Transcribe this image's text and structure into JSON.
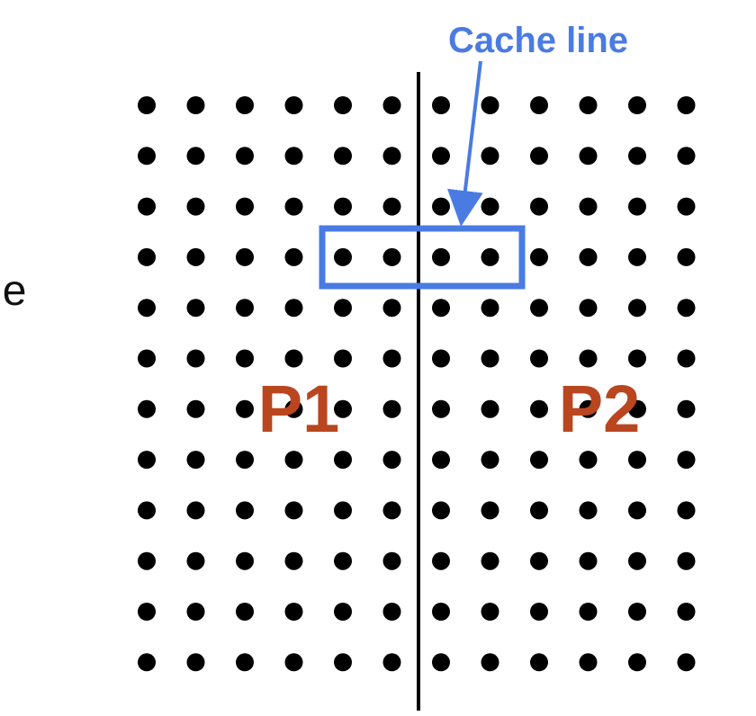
{
  "left_partial_text": "ne",
  "diagram": {
    "callout_label": "Cache line",
    "partition_labels": [
      "P1",
      "P2"
    ],
    "grid": {
      "rows": 12,
      "cols": 12
    },
    "cache_line": {
      "row": 4,
      "cols": [
        5,
        6,
        7,
        8
      ]
    },
    "colors": {
      "dot": "#000000",
      "divider": "#000000",
      "cache_line": "#4A7BE3",
      "callout": "#4A7BE3",
      "partition_label": "#B9461F"
    }
  }
}
